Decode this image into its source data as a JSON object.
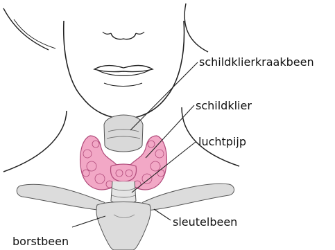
{
  "labels": {
    "thyroid_cartilage": "schildklierkraakbeen",
    "thyroid_gland": "schildklier",
    "trachea": "luchtpijp",
    "clavicle": "sleutelbeen",
    "sternum": "borstbeen"
  },
  "colors": {
    "thyroid_fill": "#f2a8c6",
    "thyroid_stroke": "#b04a7a",
    "bone_fill": "#dcdcdc",
    "line": "#222222"
  }
}
